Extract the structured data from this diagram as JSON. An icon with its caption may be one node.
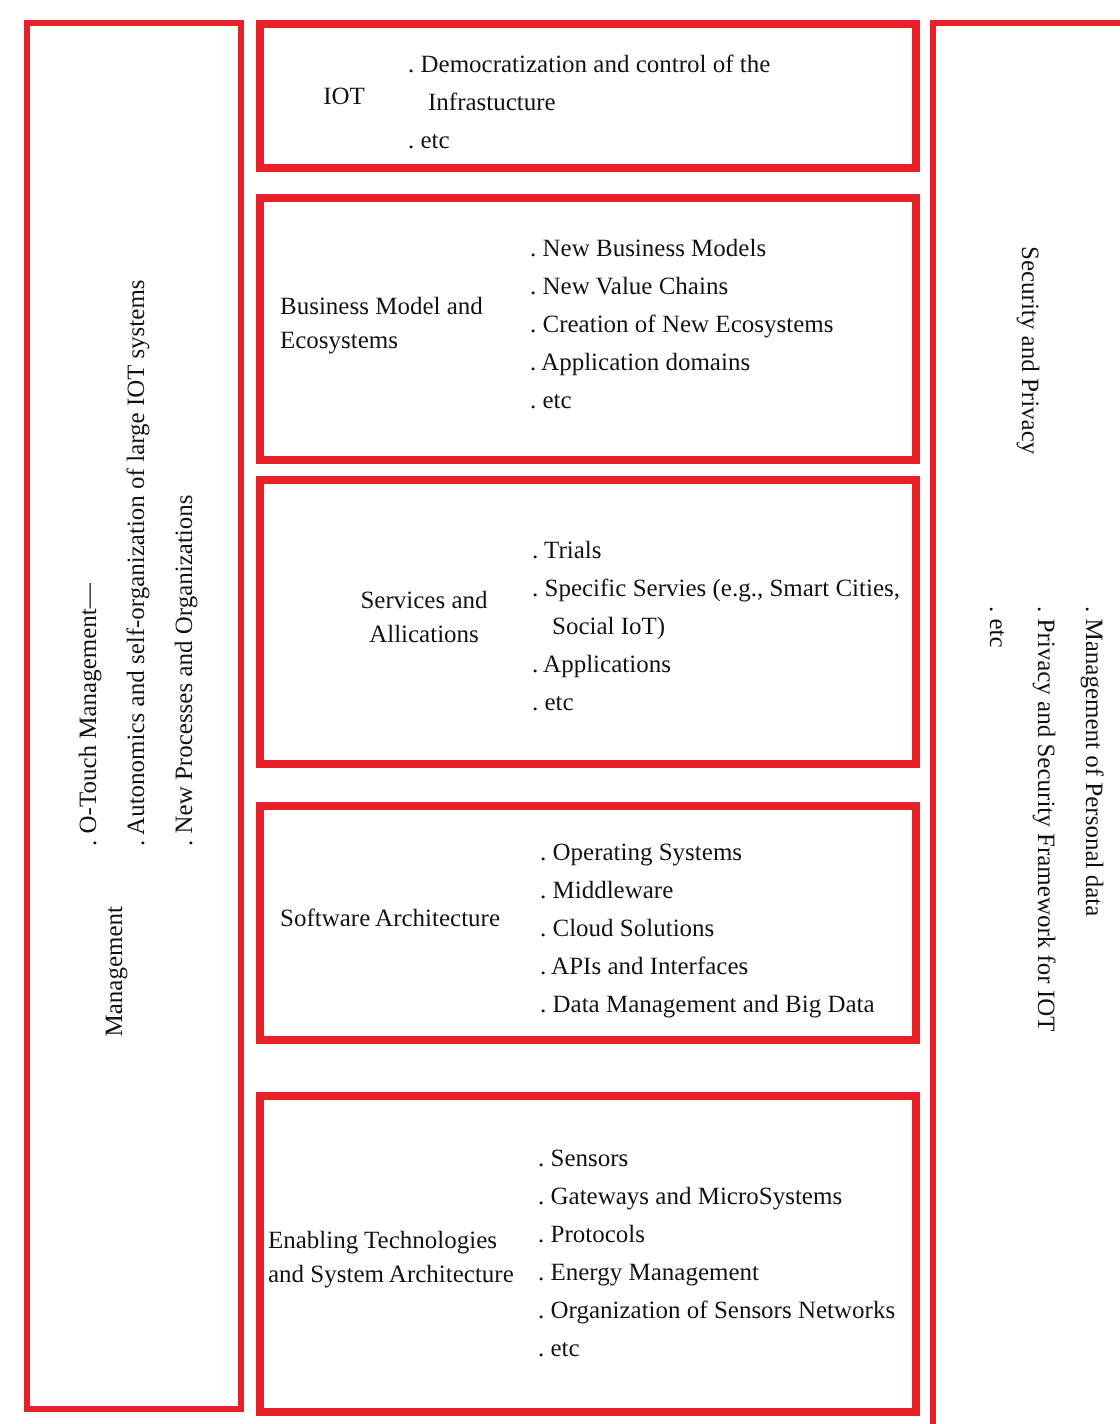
{
  "diagram": {
    "nodes": [
      {
        "text": [
          "Management",
          ". O-Touch Management—",
          ". Autonomics and self-organization of large IOT systems",
          ". New Processes and Organizations"
        ]
      },
      {
        "text": [
          "IOT",
          ". Democratization and control of the Infrastucture",
          ". etc"
        ]
      },
      {
        "text": [
          "Business Model and Ecosystems",
          ". New Business Models",
          ". New Value Chains",
          ". Creation of New Ecosystems",
          ". Application domains",
          ". etc"
        ]
      },
      {
        "text": [
          "Services and Allications",
          ". Trials",
          ". Specific Servies (e.g., Smart Cities, Social IoT)",
          ". Applications",
          ". etc"
        ]
      },
      {
        "text": [
          "Software Architecture",
          ". Operating Systems",
          ". Middleware",
          ". Cloud Solutions",
          ". APIs and Interfaces",
          ". Data Management and Big Data"
        ]
      },
      {
        "text": [
          "Enabling Technologies and System Architecture",
          ". Sensors",
          ". Gateways and MicroSystems",
          ". Protocols",
          ". Energy Management",
          ". Organization of Sensors Networks",
          ". etc"
        ]
      },
      {
        "text": [
          "Security and Privacy",
          ". Management of Personal data",
          ". Privacy and Security Framework for IOT",
          ". etc"
        ]
      }
    ]
  }
}
